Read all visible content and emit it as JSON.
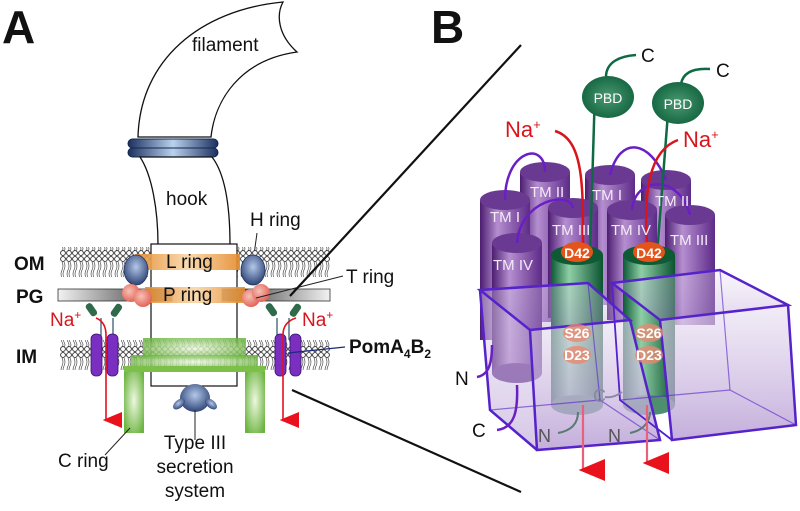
{
  "panels": {
    "a": {
      "letter": "A",
      "labels": {
        "filament": "filament",
        "hook": "hook",
        "h_ring": "H ring",
        "l_ring": "L ring",
        "p_ring": "P ring",
        "t_ring": "T ring",
        "c_ring": "C ring",
        "om": "OM",
        "pg": "PG",
        "im": "IM",
        "na_left": "Na",
        "na_right": "Na",
        "na_sup": "+",
        "pom": "PomA",
        "pom_sub_a": "4",
        "pom_b": "B",
        "pom_sub_b": "2",
        "type3_line1": "Type III",
        "type3_line2": "secretion",
        "type3_line3": "system"
      }
    },
    "b": {
      "letter": "B",
      "labels": {
        "c_top_left": "C",
        "c_top_right": "C",
        "pbd_left": "PBD",
        "pbd_right": "PBD",
        "na_left": "Na",
        "na_right": "Na",
        "na_sup": "+",
        "tm_i_left": "TM I",
        "tm_ii_left": "TM II",
        "tm_iii_left": "TM III",
        "tm_iv_left": "TM IV",
        "tm_i_right": "TM I",
        "tm_ii_right": "TM II",
        "tm_iii_right": "TM III",
        "tm_iv_right": "TM IV",
        "d42_left": "D42",
        "d42_right": "D42",
        "s26_left": "S26",
        "d23_left": "D23",
        "s26_right": "S26",
        "d23_right": "D23",
        "n_left": "N",
        "c_bottom_left": "C",
        "n_bottom_mid": "N",
        "c_bottom_mid": "C",
        "n_bottom_right": "N"
      }
    }
  },
  "colors": {
    "sodium": "#d8141c",
    "poma": "#6a2b9a",
    "pomb": "#0e6a42",
    "c_ring": "#7cc04a",
    "l_p_ring": "#f0a24a",
    "h_ring": "#5a6fa0",
    "t_ring": "#e8706a",
    "membrane_box": "#5522cc"
  }
}
